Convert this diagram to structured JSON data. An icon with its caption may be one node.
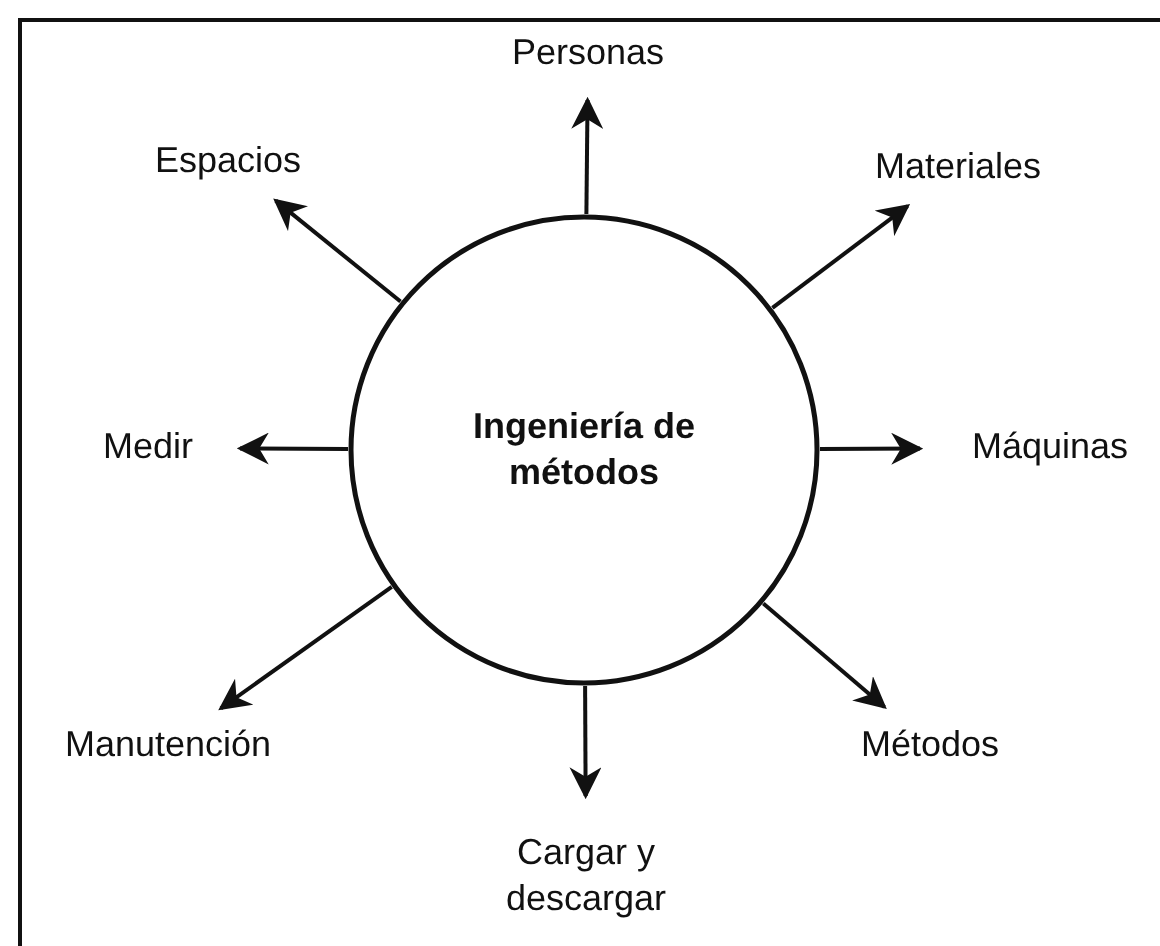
{
  "diagram": {
    "nodes": [
      {
        "text": [
          "Personas"
        ]
      },
      {
        "text": [
          "Espacios"
        ]
      },
      {
        "text": [
          "Materiales"
        ]
      },
      {
        "text": [
          "Ingeniería de métodos"
        ]
      },
      {
        "text": [
          "Medir"
        ]
      },
      {
        "text": [
          "Máquinas"
        ]
      },
      {
        "text": [
          "Manutención"
        ]
      },
      {
        "text": [
          "Métodos"
        ]
      },
      {
        "text": [
          "Cargar y descargar"
        ]
      }
    ],
    "edges": [
      {
        "from": 3,
        "to": 0,
        "arrow": "to"
      },
      {
        "from": 3,
        "to": 1,
        "arrow": "to"
      },
      {
        "from": 3,
        "to": 2,
        "arrow": "to"
      },
      {
        "from": 3,
        "to": 4,
        "arrow": "to"
      },
      {
        "from": 3,
        "to": 5,
        "arrow": "to"
      },
      {
        "from": 3,
        "to": 6,
        "arrow": "to"
      },
      {
        "from": 3,
        "to": 7,
        "arrow": "to"
      },
      {
        "from": 3,
        "to": 8,
        "arrow": "to"
      }
    ]
  }
}
